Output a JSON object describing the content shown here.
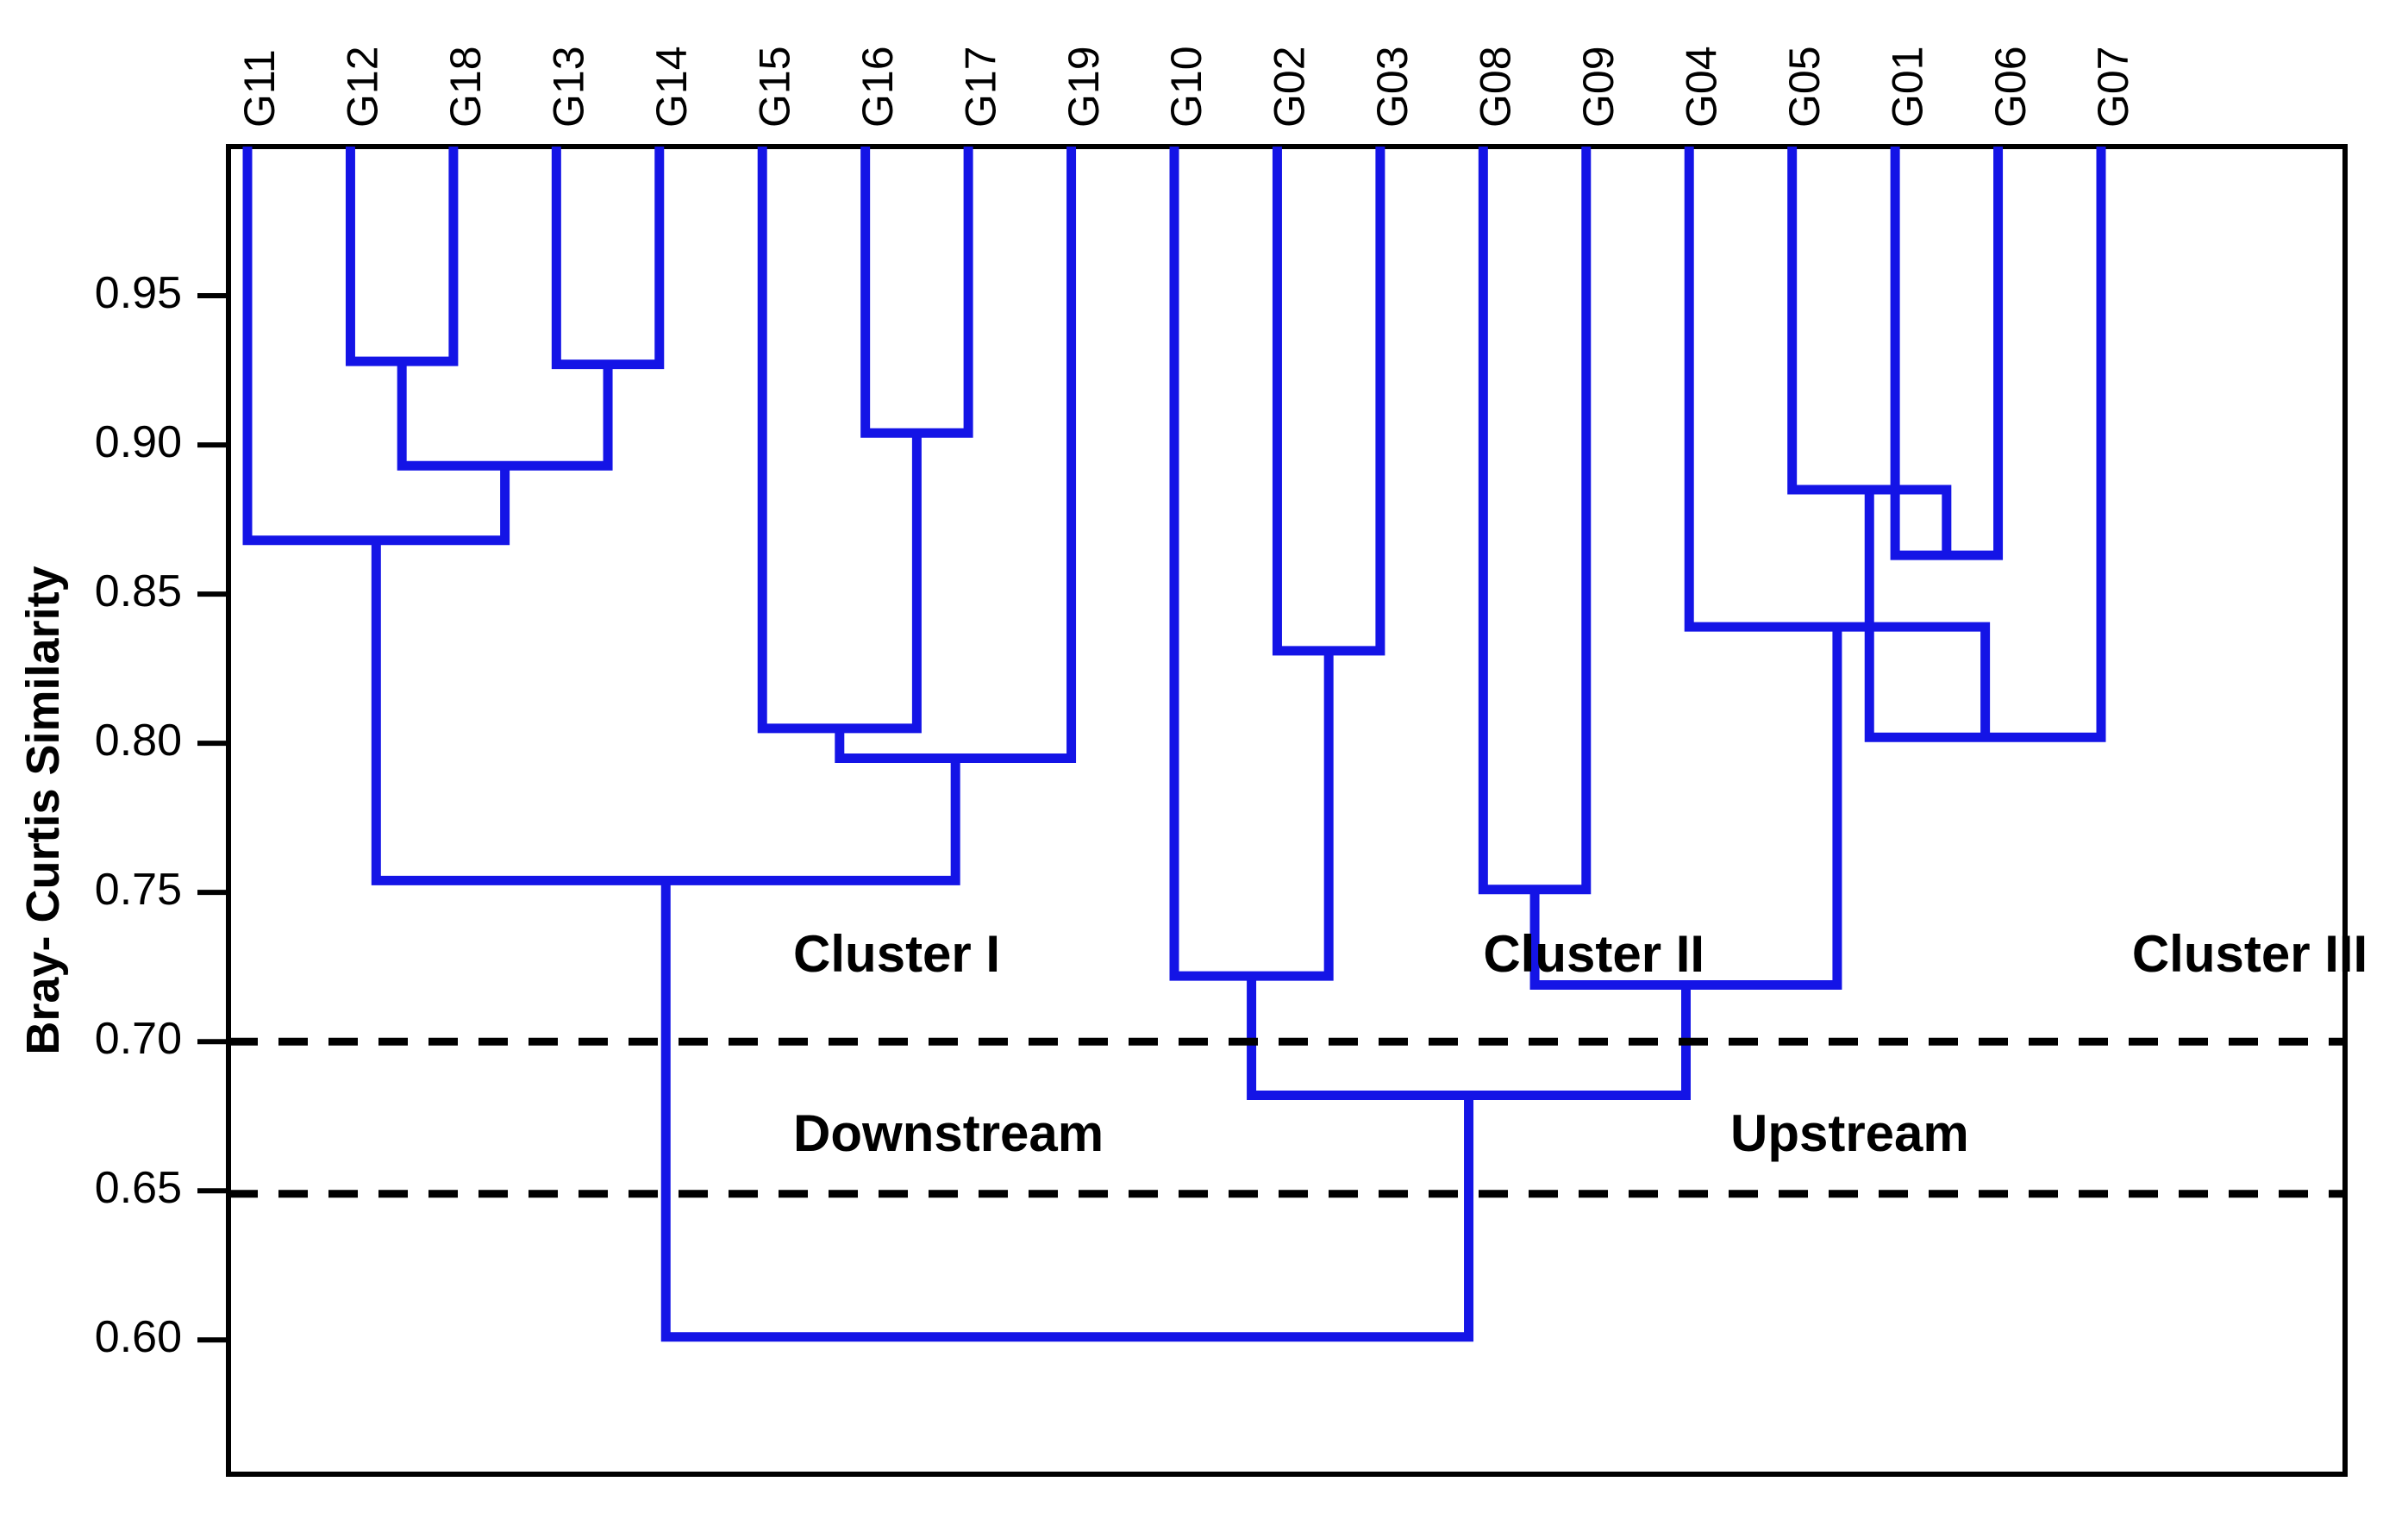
{
  "chart_data": {
    "type": "line",
    "subtype": "dendrogram",
    "title": "",
    "xlabel": "",
    "ylabel": "Bray- Curtis Similarity",
    "ylim": [
      0.555,
      1.0
    ],
    "ytick_values": [
      0.95,
      0.9,
      0.85,
      0.8,
      0.75,
      0.7,
      0.65,
      0.6
    ],
    "ytick_labels": [
      "0.95",
      "0.90",
      "0.85",
      "0.80",
      "0.75",
      "0.70",
      "0.65",
      "0.60"
    ],
    "grid": false,
    "legend": "none",
    "orientation": "top-down",
    "leaf_order": [
      "G11",
      "G12",
      "G18",
      "G13",
      "G14",
      "G15",
      "G16",
      "G17",
      "G19",
      "G10",
      "G02",
      "G03",
      "G08",
      "G09",
      "G04",
      "G05",
      "G01",
      "G06",
      "G07"
    ],
    "leaf_labels_rotation_deg": -90,
    "line_color": "#1414E6",
    "cut_line_color": "#000000",
    "axis_color": "#000000",
    "merges": [
      {
        "id": "m1",
        "children": [
          "G12",
          "G18"
        ],
        "similarity": 0.928
      },
      {
        "id": "m2",
        "children": [
          "G13",
          "G14"
        ],
        "similarity": 0.927
      },
      {
        "id": "m3",
        "children": [
          "m1",
          "m2"
        ],
        "similarity": 0.893
      },
      {
        "id": "m4",
        "children": [
          "G11",
          "m3"
        ],
        "similarity": 0.868
      },
      {
        "id": "m5",
        "children": [
          "G16",
          "G17"
        ],
        "similarity": 0.904
      },
      {
        "id": "m6",
        "children": [
          "G15",
          "m5"
        ],
        "similarity": 0.805
      },
      {
        "id": "m7",
        "children": [
          "m6",
          "G19"
        ],
        "similarity": 0.795
      },
      {
        "id": "m8",
        "children": [
          "m4",
          "m7"
        ],
        "similarity": 0.754
      },
      {
        "id": "m9",
        "children": [
          "G02",
          "G03"
        ],
        "similarity": 0.831
      },
      {
        "id": "m10",
        "children": [
          "G10",
          "m9"
        ],
        "similarity": 0.722
      },
      {
        "id": "m11",
        "children": [
          "G08",
          "G09"
        ],
        "similarity": 0.751
      },
      {
        "id": "m12",
        "children": [
          "G01",
          "G06"
        ],
        "similarity": 0.863
      },
      {
        "id": "m13",
        "children": [
          "G05",
          "m12"
        ],
        "similarity": 0.885
      },
      {
        "id": "m14",
        "children": [
          "m13",
          "G07"
        ],
        "similarity": 0.802
      },
      {
        "id": "m15",
        "children": [
          "G04",
          "m14"
        ],
        "similarity": 0.839
      },
      {
        "id": "m16",
        "children": [
          "m15",
          "m11"
        ],
        "similarity": 0.719
      },
      {
        "id": "m17",
        "children": [
          "m10",
          "m16"
        ],
        "similarity": 0.682
      },
      {
        "id": "m18",
        "children": [
          "m8",
          "m17"
        ],
        "similarity": 0.601
      }
    ],
    "cut_lines": [
      {
        "name": "cluster-cut",
        "similarity": 0.7
      },
      {
        "name": "group-cut",
        "similarity": 0.649
      }
    ],
    "annotations": [
      {
        "name": "cluster-i",
        "text": "Cluster I",
        "similarity": 0.728,
        "leaf_anchor": 5.3
      },
      {
        "name": "cluster-ii",
        "text": "Cluster II",
        "similarity": 0.728,
        "leaf_anchor": 12.0
      },
      {
        "name": "cluster-iii",
        "text": "Cluster III",
        "similarity": 0.728,
        "leaf_anchor": 18.3
      },
      {
        "name": "downstream",
        "text": "Downstream",
        "similarity": 0.668,
        "leaf_anchor": 5.3
      },
      {
        "name": "upstream",
        "text": "Upstream",
        "similarity": 0.668,
        "leaf_anchor": 14.4
      }
    ],
    "clusters": {
      "Cluster I": [
        "G11",
        "G12",
        "G18",
        "G13",
        "G14",
        "G15",
        "G16",
        "G17",
        "G19"
      ],
      "Cluster II": [
        "G10",
        "G02",
        "G03"
      ],
      "Cluster III": [
        "G08",
        "G09",
        "G04",
        "G05",
        "G01",
        "G06",
        "G07"
      ]
    },
    "groups": {
      "Downstream": [
        "G11",
        "G12",
        "G18",
        "G13",
        "G14",
        "G15",
        "G16",
        "G17",
        "G19"
      ],
      "Upstream": [
        "G10",
        "G02",
        "G03",
        "G08",
        "G09",
        "G04",
        "G05",
        "G01",
        "G06",
        "G07"
      ]
    }
  },
  "axes": {
    "y_axis_title": "Bray- Curtis Similarity"
  }
}
